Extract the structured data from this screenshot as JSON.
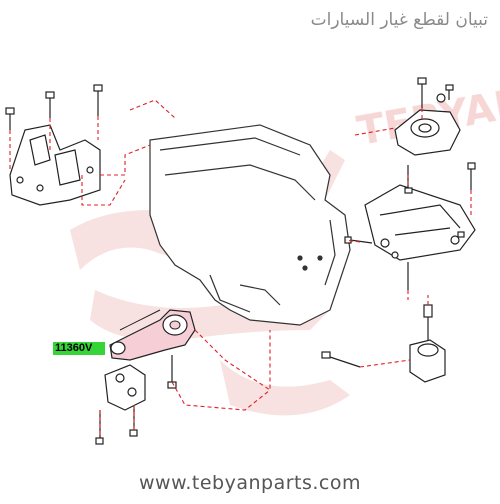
{
  "header": {
    "brand_arabic": "تبيان لقطع غيار السيارات"
  },
  "watermark": {
    "brand_latin": "TEBYAN"
  },
  "callout": {
    "part_number": "11360V"
  },
  "footer": {
    "url": "www.tebyanparts.com"
  },
  "colors": {
    "leader_line": "#e0202a",
    "part_highlight": "#f6cfd6",
    "label_bg": "#35d53a",
    "watermark": "#f3c7c7"
  }
}
